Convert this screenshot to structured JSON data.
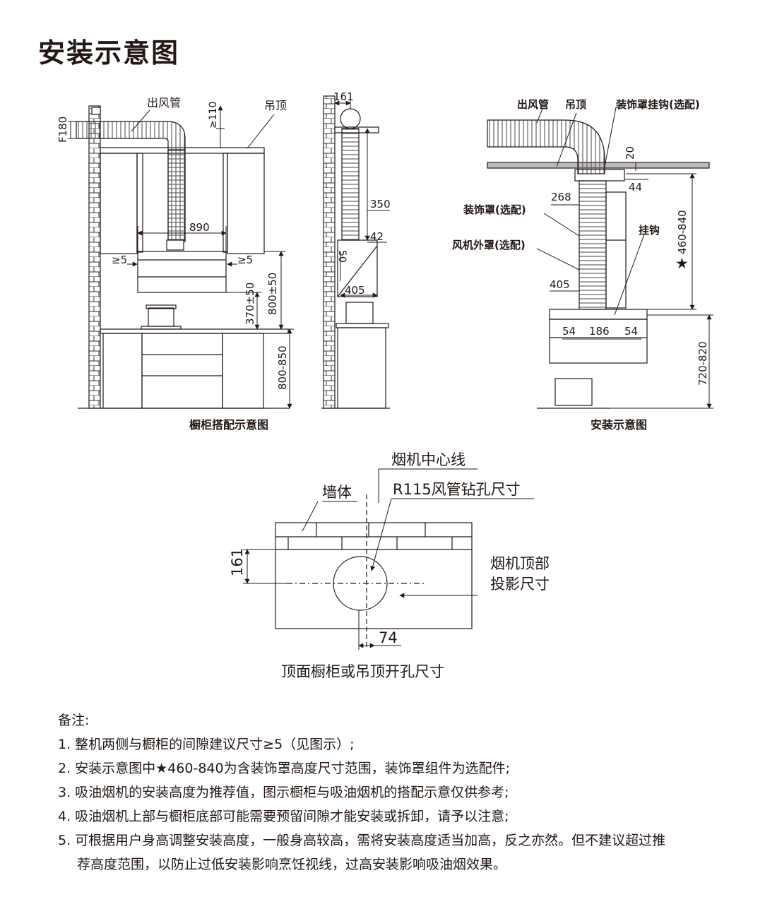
{
  "title": "安装示意图",
  "diagram1": {
    "caption": "橱柜搭配示意图",
    "duct_label": "出风管",
    "ceiling_label": "吊顶",
    "dims": {
      "duct_diameter": "F180",
      "ceiling_gap": "≥110",
      "hood_width": "890",
      "side_gap_left": "≥5",
      "side_gap_right": "≥5",
      "hood_to_cooktop": "370±50",
      "hood_to_counter": "800±50",
      "counter_height": "800-850"
    }
  },
  "diagram2": {
    "dims": {
      "wall_offset": "161",
      "duct_height": "350",
      "hood_depth_top": "42",
      "side_panel": "50",
      "hood_depth": "405"
    }
  },
  "diagram3": {
    "caption": "安装示意图",
    "duct_label": "出风管",
    "ceiling_label": "吊顶",
    "hook_label": "装饰罩挂钩(选配)",
    "cover_label": "装饰罩(选配)",
    "motor_cover_label": "风机外罩(选配)",
    "hanger_label": "挂钩",
    "dims": {
      "d20": "20",
      "d44": "44",
      "d268": "268",
      "d405": "405",
      "range": "460-840",
      "d54_left": "54",
      "d186": "186",
      "d54_right": "54",
      "height": "720-820"
    }
  },
  "diagram4": {
    "caption": "顶面橱柜或吊顶开孔尺寸",
    "center_label": "烟机中心线",
    "hole_label": "R115风管钻孔尺寸",
    "wall_label": "墙体",
    "proj_line1": "烟机顶部",
    "proj_line2": "投影尺寸",
    "dim_161": "161",
    "dim_74": "74"
  },
  "notes": {
    "heading": "备注:",
    "items": [
      "1. 整机两侧与橱柜的间隙建议尺寸≥5（见图示）;",
      "2. 安装示意图中★460-840为含装饰罩高度尺寸范围，装饰罩组件为选配件;",
      "3. 吸油烟机的安装高度为推荐值，图示橱柜与吸油烟机的搭配示意仅供参考;",
      "4. 吸油烟机上部与橱柜底部可能需要预留间隙才能安装或拆卸，请予以注意;",
      "5. 可根据用户身高调整安装高度，一般身高较高，需将安装高度适当加高，反之亦然。但不建议超过推"
    ],
    "item5_cont": "荐高度范围，以防止过低安装影响烹饪视线，过高安装影响吸油烟效果。"
  }
}
